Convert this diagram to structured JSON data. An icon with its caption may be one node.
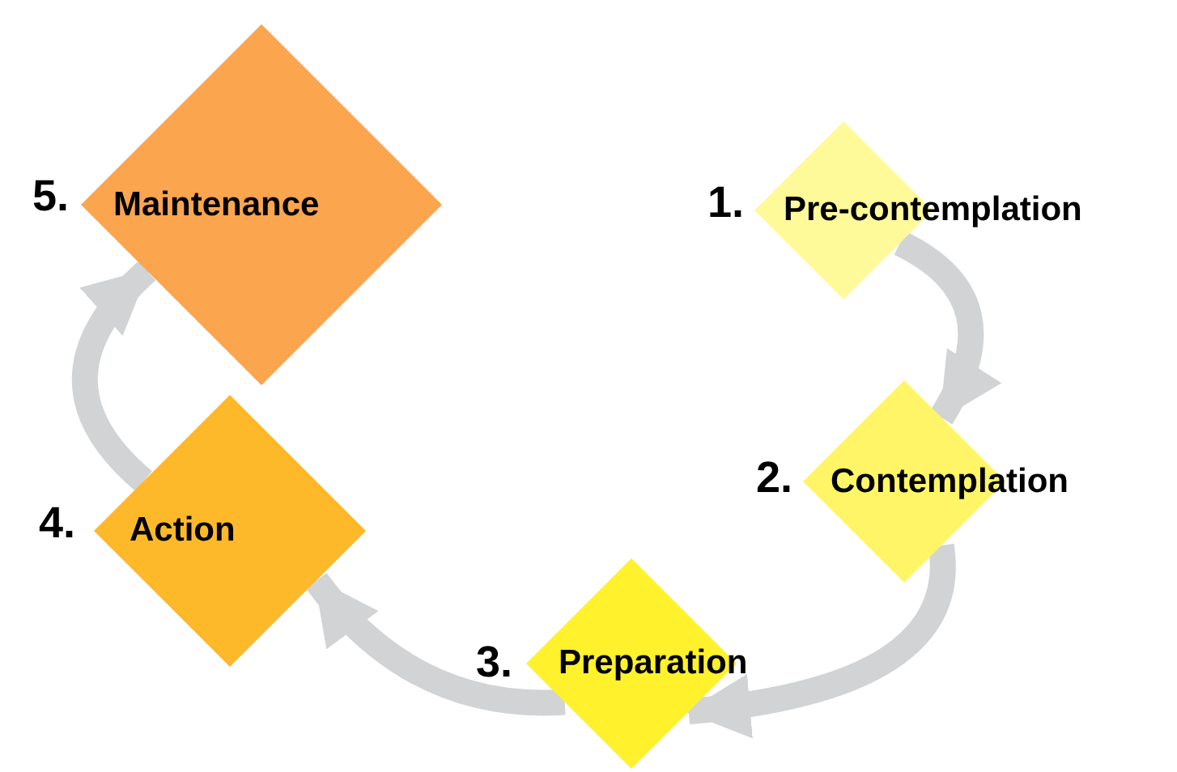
{
  "diagram": {
    "nodes": [
      {
        "text": [
          "Pre-contemplation"
        ],
        "beside": [
          "1."
        ]
      },
      {
        "text": [
          "Contemplation"
        ],
        "beside": [
          "2."
        ]
      },
      {
        "text": [
          "Preparation"
        ],
        "beside": [
          "3."
        ]
      },
      {
        "text": [
          "Action"
        ],
        "beside": [
          "4."
        ]
      },
      {
        "text": [
          "Maintenance"
        ],
        "beside": [
          "5."
        ]
      }
    ],
    "edges": [
      {
        "from": 0,
        "to": 1,
        "arrow": "to"
      },
      {
        "from": 1,
        "to": 2,
        "arrow": "to"
      },
      {
        "from": 2,
        "to": 3,
        "arrow": "to"
      },
      {
        "from": 3,
        "to": 4,
        "arrow": "to"
      }
    ]
  }
}
